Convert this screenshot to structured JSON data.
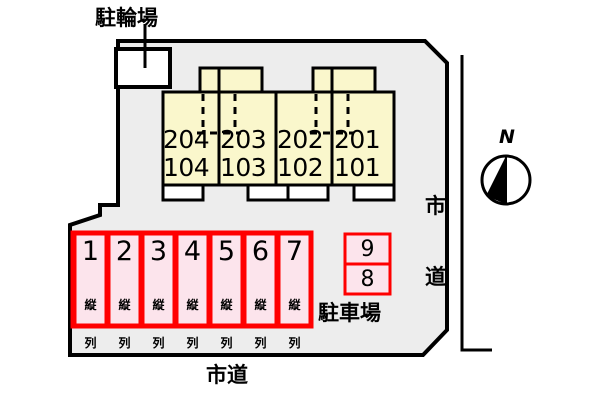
{
  "plan": {
    "title_labels": {
      "bicycle_parking": "駐輪場",
      "parking_lot": "駐車場",
      "road_right": "市道",
      "road_bottom": "市道",
      "compass": "N"
    },
    "colors": {
      "building_fill": "#faf7cc",
      "parking_fill": "#fce4ec",
      "parking_stroke": "#ff0000",
      "site_fill": "#ededed",
      "outline": "#000000",
      "white": "#ffffff"
    },
    "building": {
      "units": [
        {
          "upper": "204",
          "lower": "104"
        },
        {
          "upper": "203",
          "lower": "103"
        },
        {
          "upper": "202",
          "lower": "102"
        },
        {
          "upper": "201",
          "lower": "101"
        }
      ]
    },
    "parking": {
      "tandem_note": "縦列",
      "tandem_note_chars": [
        "縦",
        "列"
      ],
      "stalls": [
        {
          "number": "1",
          "note": "縦列"
        },
        {
          "number": "2",
          "note": "縦列"
        },
        {
          "number": "3",
          "note": "縦列"
        },
        {
          "number": "4",
          "note": "縦列"
        },
        {
          "number": "5",
          "note": "縦列"
        },
        {
          "number": "6",
          "note": "縦列"
        },
        {
          "number": "7",
          "note": "縦列"
        }
      ],
      "side_stalls": [
        {
          "number": "9"
        },
        {
          "number": "8"
        }
      ]
    },
    "road_right_chars": [
      "市",
      "道"
    ]
  }
}
